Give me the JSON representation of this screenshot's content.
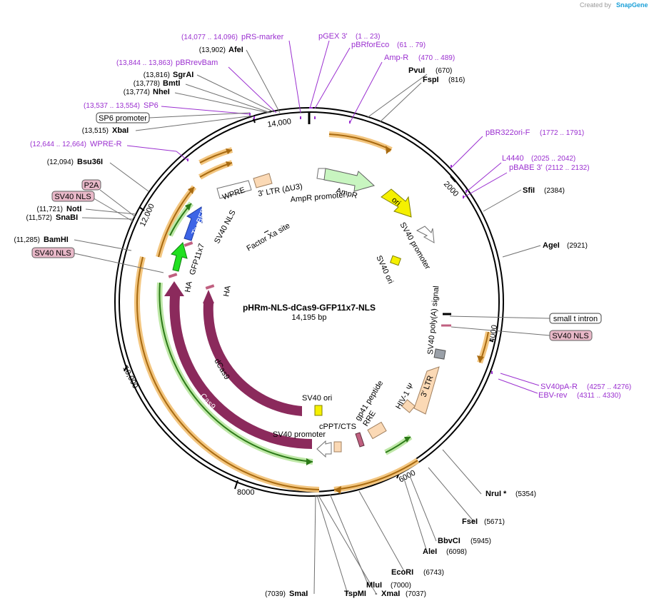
{
  "credit": {
    "prefix": "Created by",
    "brand": "SnapGene"
  },
  "plasmid": {
    "name": "pHRm-NLS-dCas9-GFP11x7-NLS",
    "length_label": "14,195 bp",
    "length": 14195
  },
  "ruler_labels": [
    "2000",
    "4000",
    "6000",
    "8000",
    "10,000",
    "12,000",
    "14,000"
  ],
  "enzymes": [
    {
      "name": "AfeI",
      "pos": "(13,902)"
    },
    {
      "name": "SgrAI",
      "pos": "(13,816)"
    },
    {
      "name": "BmtI",
      "pos": "(13,778)"
    },
    {
      "name": "NheI",
      "pos": "(13,774)"
    },
    {
      "name": "XbaI",
      "pos": "(13,515)"
    },
    {
      "name": "Bsu36I",
      "pos": "(12,094)"
    },
    {
      "name": "NotI",
      "pos": "(11,721)"
    },
    {
      "name": "SnaBI",
      "pos": "(11,572)"
    },
    {
      "name": "BamHI",
      "pos": "(11,285)"
    },
    {
      "name": "PvuI",
      "pos": "(670)"
    },
    {
      "name": "FspI",
      "pos": "(816)"
    },
    {
      "name": "SfiI",
      "pos": "(2384)"
    },
    {
      "name": "AgeI",
      "pos": "(2921)"
    },
    {
      "name": "NruI *",
      "pos": "(5354)"
    },
    {
      "name": "FseI",
      "pos": "(5671)"
    },
    {
      "name": "BbvCI",
      "pos": "(5945)"
    },
    {
      "name": "AleI",
      "pos": "(6098)"
    },
    {
      "name": "EcoRI",
      "pos": "(6743)"
    },
    {
      "name": "MluI",
      "pos": "(7000)"
    },
    {
      "name": "TspMI",
      "pos": ""
    },
    {
      "name": "XmaI",
      "pos": "(7037)"
    },
    {
      "name": "SmaI",
      "pos": "(7039)"
    }
  ],
  "primers": [
    {
      "name": "pRS-marker",
      "range": "(14,077 .. 14,096)"
    },
    {
      "name": "pBRrevBam",
      "range": "(13,844 .. 13,863)"
    },
    {
      "name": "SP6",
      "range": "(13,537 .. 13,554)"
    },
    {
      "name": "WPRE-R",
      "range": "(12,644 .. 12,664)"
    },
    {
      "name": "pGEX 3'",
      "range": "(1 .. 23)"
    },
    {
      "name": "pBRforEco",
      "range": "(61 .. 79)"
    },
    {
      "name": "Amp-R",
      "range": "(470 .. 489)"
    },
    {
      "name": "pBR322ori-F",
      "range": "(1772 .. 1791)"
    },
    {
      "name": "L4440",
      "range": "(2025 .. 2042)"
    },
    {
      "name": "pBABE 3'",
      "range": "(2112 .. 2132)"
    },
    {
      "name": "SV40pA-R",
      "range": "(4257 .. 4276)"
    },
    {
      "name": "EBV-rev",
      "range": "(4311 .. 4330)"
    }
  ],
  "boxed_labels": {
    "sp6_promoter": "SP6 promoter",
    "p2a": "P2A",
    "sv40_nls_a": "SV40 NLS",
    "sv40_nls_b": "SV40 NLS",
    "small_t_intron": "small t intron",
    "sv40_nls_c": "SV40 NLS"
  },
  "features": {
    "ltr_du3": "3' LTR (ΔU3)",
    "wpre": "WPRE",
    "sv40_nls": "SV40 NLS",
    "tagbfp": "TagBFP",
    "gfp11x7": "GFP11x7",
    "ha_outer": "HA",
    "ha_inner": "HA",
    "factor_xa": "Factor Xa site",
    "ampr": "AmpR",
    "ampr_promoter": "AmpR promoter",
    "ori": "ori",
    "sv40_promoter_top": "SV40 promoter",
    "sv40_ori_top": "SV40 ori",
    "sv40_polya": "SV40 poly(A) signal",
    "ltr3": "3' LTR",
    "hiv_psi": "HIV-1 Ψ",
    "gp41": "gp41 peptide",
    "rre": "RRE",
    "cppt": "cPPT/CTS",
    "sv40_promoter_bottom": "SV40 promoter",
    "sv40_ori_bottom": "SV40 ori",
    "dcas9": "dCas9",
    "cas9": "Cas9"
  },
  "colors": {
    "orange_orf": "#f0a030",
    "green_orf": "#3a9a28",
    "cas9": "#8b2a5c",
    "ampr": "#c8f5c0",
    "ori": "#f5f000",
    "tagbfp": "#3c64e6",
    "gfp11x7": "#20e020",
    "ltr": "#fbd9b5",
    "primer": "#9b30d0",
    "nls_box": "#e8b8c8"
  }
}
